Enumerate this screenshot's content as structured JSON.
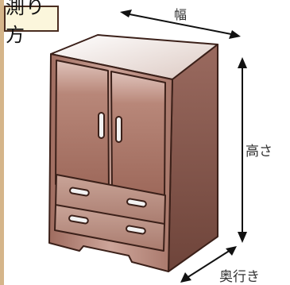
{
  "title": "測り方",
  "labels": {
    "width": "幅",
    "height": "高さ",
    "depth": "奥行き"
  },
  "colors": {
    "side_strip": "#d5b58a",
    "title_bg": "#fbf6dc",
    "outline": "#4a2d20",
    "cabinet_front": "#b98e7e",
    "cabinet_side": "#7c5045",
    "cabinet_top": "#efe2dc",
    "door": "#b07565",
    "handle": "#f2f2f2"
  }
}
